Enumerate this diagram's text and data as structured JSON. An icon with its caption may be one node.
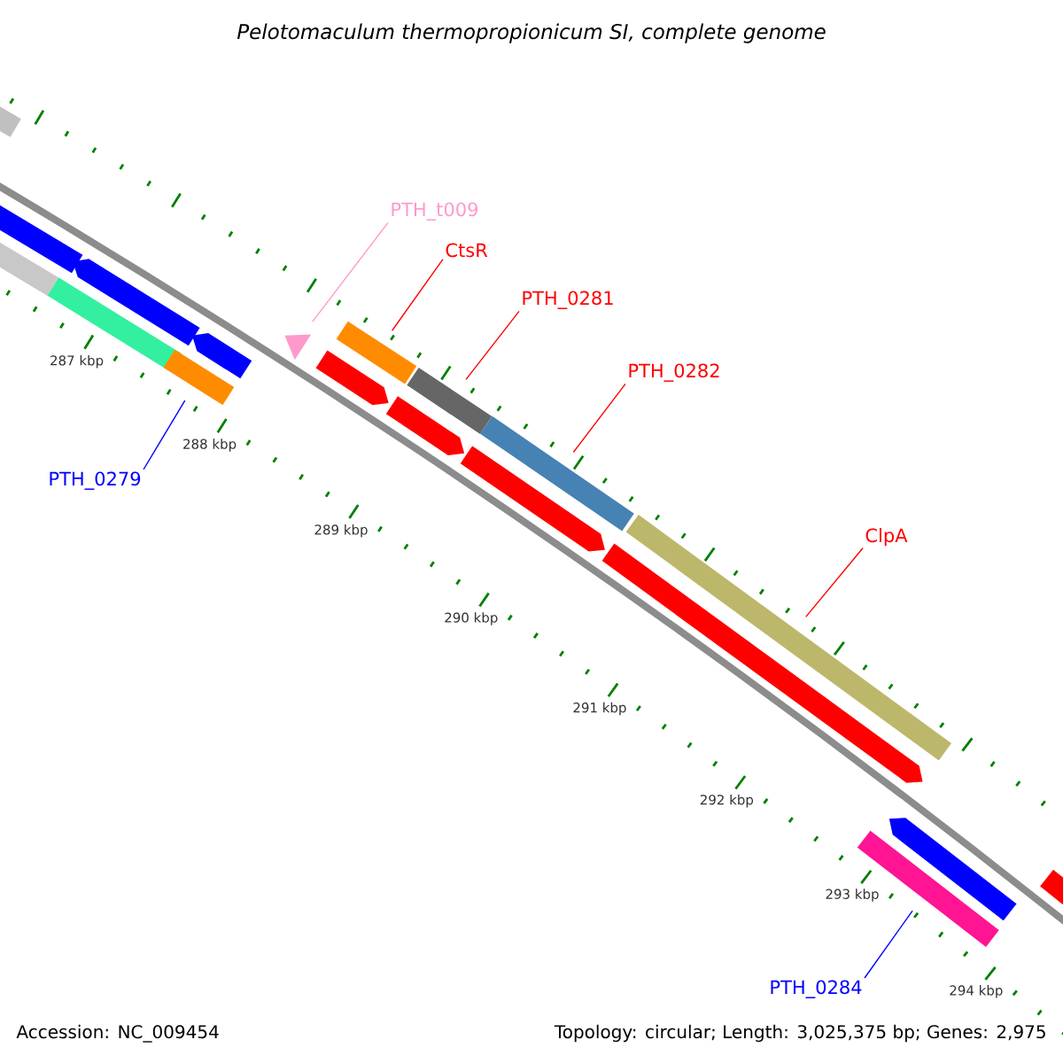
{
  "diagram": {
    "title": "Pelotomaculum thermopropionicum SI, complete genome",
    "nodes": [
      {
        "text": [
          "PTH_t009"
        ]
      },
      {
        "text": [
          "CtsR"
        ]
      },
      {
        "text": [
          "PTH_0281"
        ]
      },
      {
        "text": [
          "PTH_0282"
        ]
      },
      {
        "text": [
          "PTH_0279"
        ]
      },
      {
        "text": [
          "ClpA"
        ]
      },
      {
        "text": [
          "PTH_0284"
        ]
      },
      {
        "text": [],
        "shape": "bar"
      },
      {
        "text": [],
        "shape": "bar"
      },
      {
        "text": [],
        "shape": "bar"
      },
      {
        "text": [],
        "shape": "bar"
      },
      {
        "text": [],
        "shape": "bar"
      },
      {
        "text": [],
        "shape": "bar"
      },
      {
        "text": [],
        "shape": "bar"
      },
      {
        "text": [],
        "shape": "triangle"
      },
      {
        "text": [],
        "shape": "bar"
      },
      {
        "text": [],
        "shape": "bar"
      },
      {
        "text": [],
        "shape": "bar"
      },
      {
        "text": [],
        "shape": "bar"
      },
      {
        "text": [],
        "shape": "bar"
      },
      {
        "text": [],
        "shape": "bar"
      },
      {
        "text": [],
        "shape": "bar"
      },
      {
        "text": [],
        "shape": "bar"
      },
      {
        "text": [],
        "shape": "bar"
      },
      {
        "text": [],
        "shape": "bar"
      },
      {
        "text": [],
        "shape": "bar"
      }
    ],
    "edges": [
      {
        "from": 0,
        "to": 14,
        "arrow": "none",
        "color": "#ff99cc"
      },
      {
        "from": 1,
        "to": 16,
        "arrow": "none"
      },
      {
        "from": 2,
        "to": 18,
        "arrow": "none"
      },
      {
        "from": 3,
        "to": 20,
        "arrow": "none"
      },
      {
        "from": 4,
        "to": 12,
        "arrow": "none",
        "color": "#0000ff"
      },
      {
        "from": 5,
        "to": 22,
        "arrow": "none"
      },
      {
        "from": 6,
        "to": 23,
        "arrow": "none",
        "color": "#0000ff"
      }
    ],
    "labels": [
      "287 kbp",
      "288 kbp",
      "289 kbp",
      "290 kbp",
      "291 kbp",
      "292 kbp",
      "293 kbp",
      "294 kbp",
      "Accession: NC_009454",
      "Topology: circular; Length: 3,025,375 bp; Genes: 2,975"
    ]
  }
}
